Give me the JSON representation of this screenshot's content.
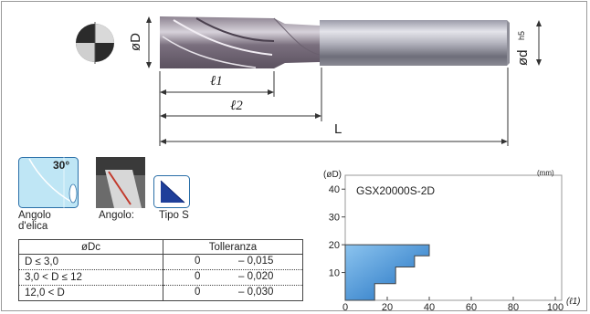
{
  "drawing": {
    "dim_D": "øD",
    "dim_d": "ød",
    "dim_d_tol": "h5",
    "dim_l1": "ℓ1",
    "dim_l2": "ℓ2",
    "dim_L": "L"
  },
  "icons": [
    {
      "name": "helix-angle-icon",
      "value": "30°",
      "caption": "Angolo d'elica"
    },
    {
      "name": "angle-photo-icon",
      "caption": "Angolo:"
    },
    {
      "name": "type-s-icon",
      "caption": "Tipo S"
    }
  ],
  "tolerance_table": {
    "headers": [
      "øDc",
      "Tolleranza"
    ],
    "rows": [
      {
        "cond": "D ≤ 3,0",
        "t0": "0",
        "t1": "– 0,015"
      },
      {
        "cond": "3,0 < D ≤ 12",
        "t0": "0",
        "t1": "– 0,020"
      },
      {
        "cond": "12,0 < D",
        "t0": "0",
        "t1": "– 0,030"
      }
    ]
  },
  "chart_data": {
    "type": "area",
    "title": "GSX20000S-2D",
    "unit": "(mm)",
    "ylabel": "(øD)",
    "xlabel": "(ℓ1)",
    "x_ticks": [
      "0",
      "20",
      "40",
      "60",
      "80",
      "100"
    ],
    "y_ticks": [
      "10",
      "20",
      "30",
      "40"
    ],
    "xlim": [
      0,
      100
    ],
    "ylim": [
      0,
      45
    ],
    "fill_color": "#3a8fd6",
    "steps": [
      {
        "x": 14,
        "y_from": 0,
        "y_to": 6
      },
      {
        "x": 24,
        "y_from": 6,
        "y_to": 12
      },
      {
        "x": 33,
        "y_from": 12,
        "y_to": 16
      },
      {
        "x": 40,
        "y_from": 16,
        "y_to": 20
      }
    ]
  }
}
